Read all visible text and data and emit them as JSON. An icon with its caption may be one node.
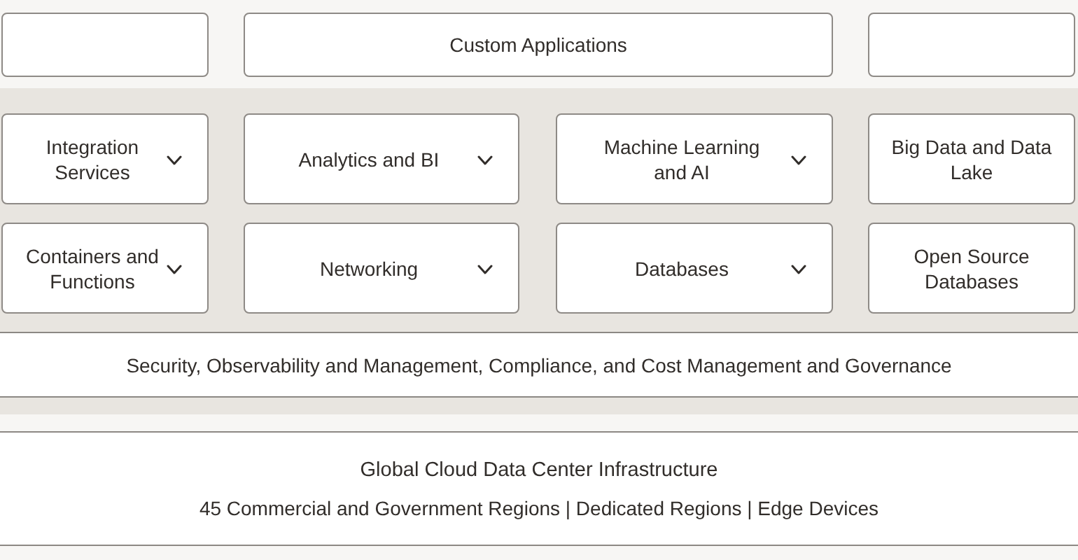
{
  "diagram": {
    "nodes": [
      {
        "text": [],
        "shape": "box"
      },
      {
        "text": [
          "Custom Applications"
        ]
      },
      {
        "text": [],
        "shape": "box"
      },
      {
        "text": [
          "Integration Services"
        ]
      },
      {
        "text": [
          "Analytics and BI"
        ]
      },
      {
        "text": [
          "Machine Learning and AI"
        ]
      },
      {
        "text": [
          "Big Data and Data Lake"
        ]
      },
      {
        "text": [
          "Containers and Functions"
        ]
      },
      {
        "text": [
          "Networking"
        ]
      },
      {
        "text": [
          "Databases"
        ]
      },
      {
        "text": [
          "Open Source Databases"
        ]
      },
      {
        "text": [
          "Security, Observability and Management, Compliance, and Cost Management and Governance"
        ]
      },
      {
        "text": [
          "Global Cloud Data Center Infrastructure",
          "45 Commercial and Government Regions | Dedicated Regions | Edge Devices"
        ]
      }
    ]
  }
}
